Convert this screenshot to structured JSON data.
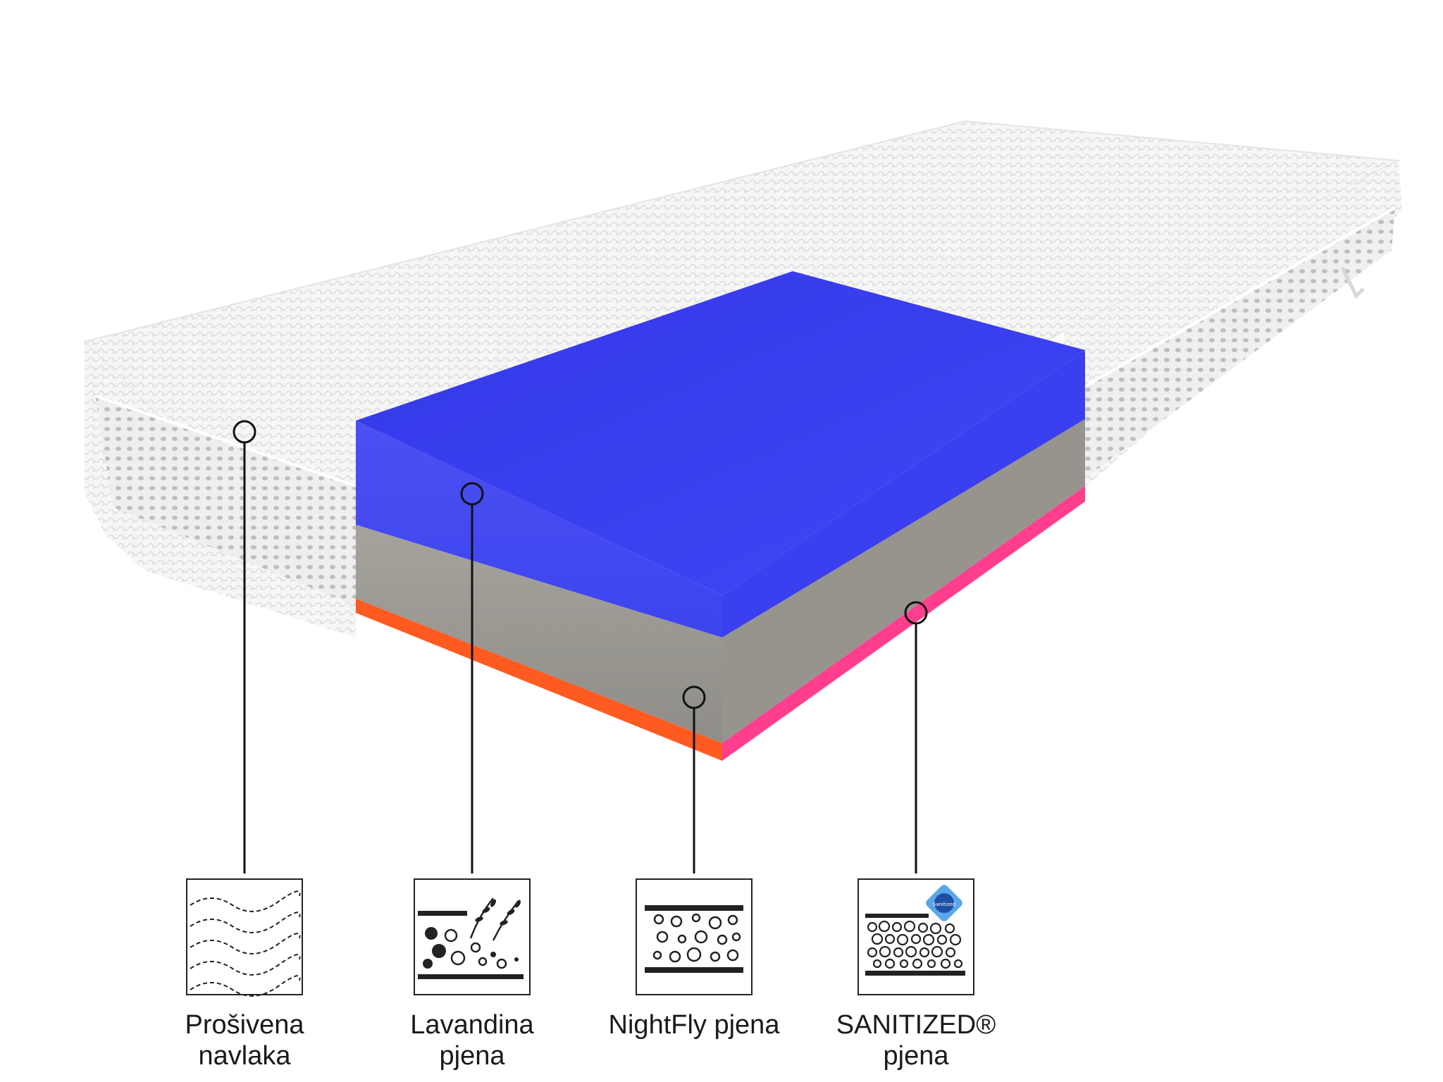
{
  "layers": [
    {
      "id": "cover",
      "line1": "Prošivena",
      "line2": "navlaka"
    },
    {
      "id": "lavender",
      "line1": "Lavandina",
      "line2": "pjena"
    },
    {
      "id": "nightfly",
      "line1": "NightFly pjena",
      "line2": ""
    },
    {
      "id": "sanitized",
      "line1": "SANITIZED®",
      "line2": "pjena"
    }
  ],
  "badge_logo_text": "Sanitized",
  "colors": {
    "memory_foam": "#3a3bf0",
    "core_foam": "#9d9b95",
    "base_foam_front": "#ff5a1f",
    "base_foam_side": "#ff3f8e",
    "cover": "#f2f2f2",
    "line": "#111111"
  }
}
